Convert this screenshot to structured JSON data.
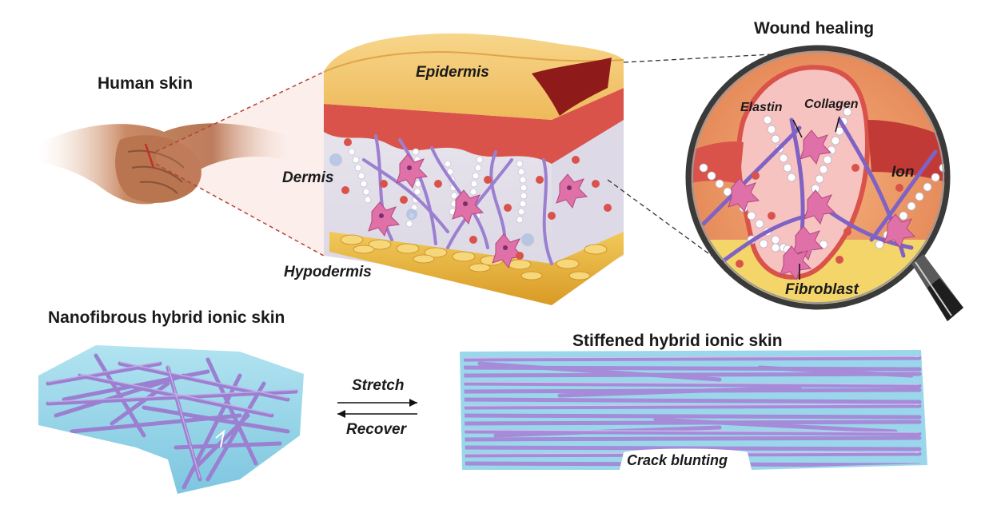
{
  "labels": {
    "human_skin": "Human skin",
    "epidermis": "Epidermis",
    "dermis": "Dermis",
    "hypodermis": "Hypodermis",
    "wound_healing": "Wound healing",
    "elastin": "Elastin",
    "collagen": "Collagen",
    "ion": "Ion",
    "fibroblast": "Fibroblast",
    "nanofibrous": "Nanofibrous hybrid ionic skin",
    "stiffened": "Stiffened hybrid ionic skin",
    "stretch": "Stretch",
    "recover": "Recover",
    "crack_blunting": "Crack blunting"
  },
  "colors": {
    "epidermis": "#f4c56a",
    "dermis_band": "#d9534a",
    "fiber_purple": "#9b7fd0",
    "matrix_blue": "#8fd3e8",
    "fat_yellow": "#e9b637",
    "ion_red": "#d9534a",
    "cell_pink": "#e070a8"
  },
  "icons": [
    "handshake-image",
    "skin-cross-section",
    "magnifier-icon",
    "arrow-double-icon"
  ]
}
